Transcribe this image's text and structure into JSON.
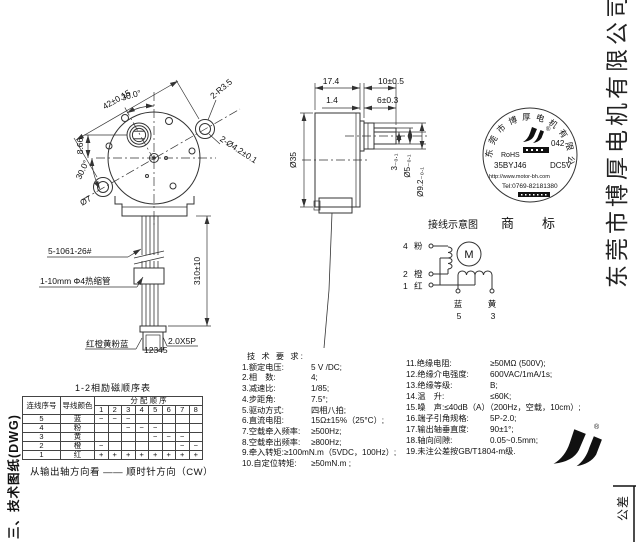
{
  "sidebar_label": "三、技术图纸(DWG)",
  "company_name": "东莞市博厚电机有限公司",
  "tolerance_label": "公差",
  "front_view": {
    "dim_diagonal": "42±0.15",
    "dim_angle_top": "30.0°",
    "dim_holes_radius": "2-R3.5",
    "dim_holes_dia": "2-Ø4.2±0.1",
    "dim_offset": "8.66",
    "dim_angle_left": "30.0°",
    "dim_boss_dia": "Ø7",
    "wire_spec": "5-1061-26#",
    "tube_spec": "1-10mm Φ4热缩管",
    "wire_length": "310±10",
    "wire_colors": "红橙黄粉蓝",
    "pin_numbers": "12345",
    "connector_spec": "2.0X5P"
  },
  "side_view": {
    "dim_body_len": "17.4",
    "dim_shaft_total": "10±0.5",
    "dim_step": "1.4",
    "dim_shaft_len": "6±0.3",
    "dim_body_dia": "Ø35",
    "dim_flat": "3₋₀.₁",
    "dim_shaft_dia": "Ø5₋₀.₁",
    "dim_boss_dia": "Ø9.2₋₀.₁"
  },
  "stamp": {
    "arc_text": "东莞市博厚电机有限公司",
    "reg_mark": "®",
    "code": "042",
    "rohs": "RoHS",
    "model": "35BYJ46",
    "voltage": "DC5V",
    "website": "http://www.motor-bh.com",
    "telephone": "Tel:0769-82181380",
    "caption": "商标"
  },
  "wiring": {
    "title": "接线示意图",
    "motor_label": "M",
    "t4_no": "4",
    "t4_color": "粉",
    "t2_no": "2",
    "t2_color": "橙",
    "t1_no": "1",
    "t1_color": "红",
    "t5_no": "5",
    "t5_color": "蓝",
    "t3_no": "3",
    "t3_color": "黄"
  },
  "seq_table": {
    "title": "1-2相励磁顺序表",
    "col_wire_no": "连线序号",
    "col_wire_color": "导线颜色",
    "col_sequence": "分 配 顺 序",
    "steps": [
      "1",
      "2",
      "3",
      "4",
      "5",
      "6",
      "7",
      "8"
    ],
    "rows": [
      {
        "no": "5",
        "color": "蓝",
        "cells": [
          "−",
          "−",
          "−",
          "",
          "",
          "",
          "",
          ""
        ]
      },
      {
        "no": "4",
        "color": "粉",
        "cells": [
          "",
          "",
          "−",
          "−",
          "−",
          "",
          "",
          ""
        ]
      },
      {
        "no": "3",
        "color": "黄",
        "cells": [
          "",
          "",
          "",
          "",
          "−",
          "−",
          "−",
          ""
        ]
      },
      {
        "no": "2",
        "color": "橙",
        "cells": [
          "−",
          "",
          "",
          "",
          "",
          "",
          "−",
          "−"
        ]
      },
      {
        "no": "1",
        "color": "红",
        "cells": [
          "+",
          "+",
          "+",
          "+",
          "+",
          "+",
          "+",
          "+"
        ]
      }
    ],
    "view_note": "从输出轴方向看 —— 顺时针方向（CW）"
  },
  "tech": {
    "heading": "技 术 要 求:",
    "left": [
      {
        "label": "1.额定电压:",
        "value": "5 V /DC;"
      },
      {
        "label": "2.相　数:",
        "value": "4;"
      },
      {
        "label": "3.减速比:",
        "value": "1/85;"
      },
      {
        "label": "4.步距角:",
        "value": "7.5°;"
      },
      {
        "label": "5.驱动方式:",
        "value": "四相八拍;"
      },
      {
        "label": "6.直流电阻:",
        "value": "15Ω±15%（25°C）;"
      },
      {
        "label": "7.空载牵入频率:",
        "value": "≥500Hz;"
      },
      {
        "label": "8.空载牵出频率:",
        "value": "≥800Hz;"
      },
      {
        "label": "9.牵入转矩:",
        "value": "≥100mN.m（5VDC，100Hz）;"
      },
      {
        "label": "10.自定位转矩:",
        "value": "≥50mN.m ;"
      }
    ],
    "right": [
      {
        "label": "11.绝缘电阻:",
        "value": "≥50MΩ (500V);"
      },
      {
        "label": "12.绝缘介电强度:",
        "value": "600VAC/1mA/1s;"
      },
      {
        "label": "13.绝缘等级:",
        "value": "B;"
      },
      {
        "label": "14.温　升:",
        "value": "≤60K;"
      },
      {
        "label": "15.噪　声:",
        "value": "≤40dB（A）（200Hz，空载，10cm）;"
      },
      {
        "label": "16.端子引角规格:",
        "value": "5P-2.0;"
      },
      {
        "label": "17.输出轴垂直度:",
        "value": "90±1°;"
      },
      {
        "label": "18.轴向间隙:",
        "value": "0.05~0.5mm;"
      },
      {
        "label": "19.未注公差按GB/T1804-m级.",
        "value": ""
      }
    ]
  }
}
